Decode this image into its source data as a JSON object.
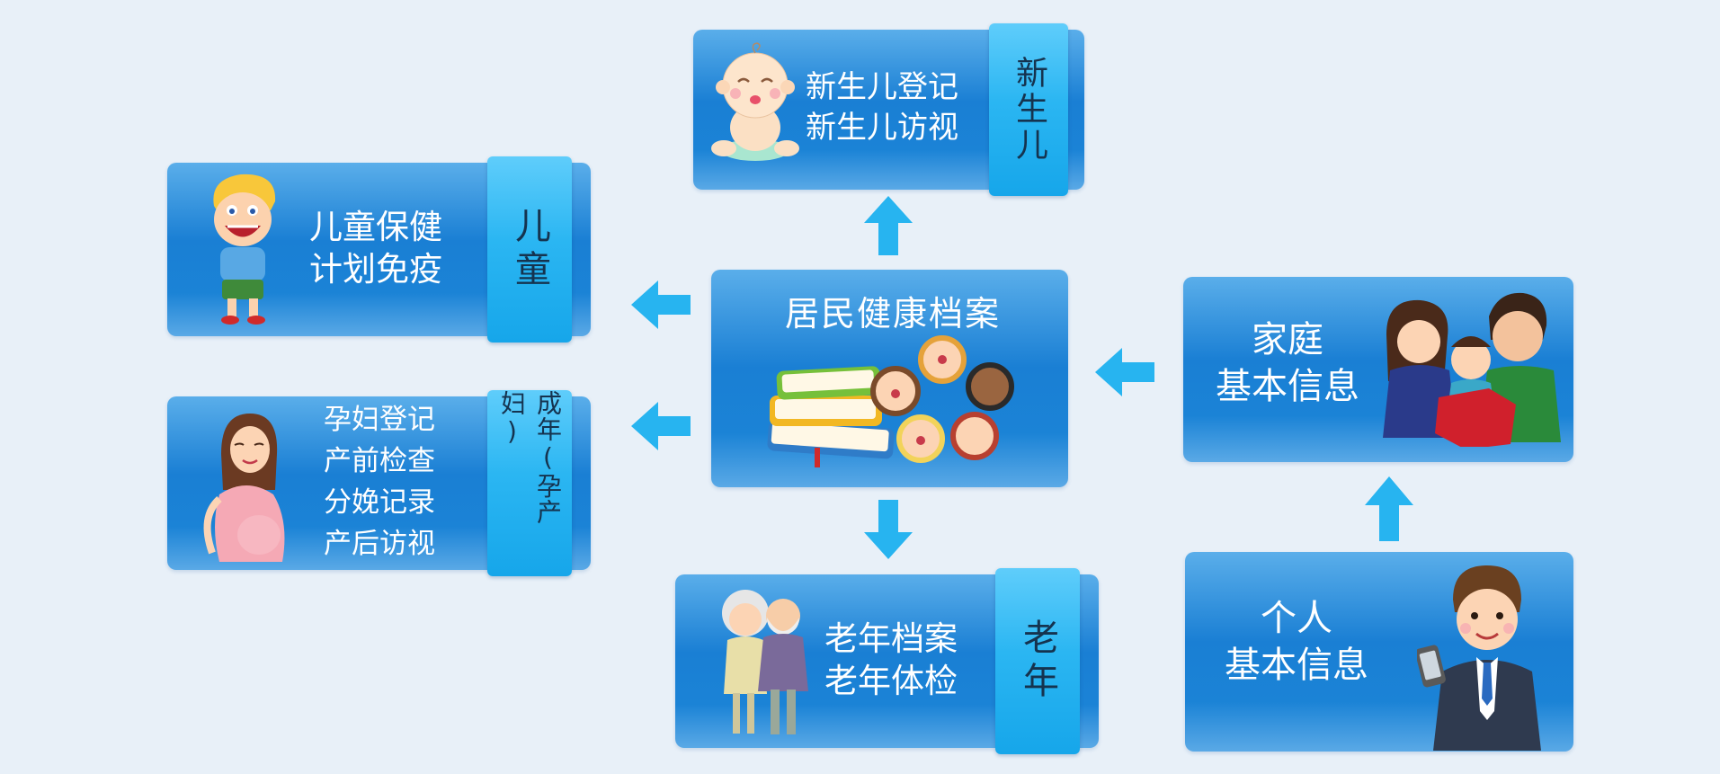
{
  "center": {
    "title": "居民健康档案"
  },
  "newborn": {
    "tab": "新生儿",
    "lines": [
      "新生儿登记",
      "新生儿访视"
    ]
  },
  "child": {
    "tab": "儿童",
    "lines": [
      "儿童保健",
      "计划免疫"
    ]
  },
  "pregnant": {
    "tab": "成年(孕产妇)",
    "lines": [
      "孕妇登记",
      "产前检查",
      "分娩记录",
      "产后访视"
    ]
  },
  "elderly": {
    "tab": "老年",
    "lines": [
      "老年档案",
      "老年体检"
    ]
  },
  "family": {
    "lines": [
      "家庭",
      "基本信息"
    ]
  },
  "personal": {
    "lines": [
      "个人",
      "基本信息"
    ]
  },
  "colors": {
    "card": "#1b83d6",
    "tab": "#2bb6f2",
    "arrow": "#27b4f0",
    "background": "#e8f0f8",
    "tab_text": "#15334f"
  }
}
